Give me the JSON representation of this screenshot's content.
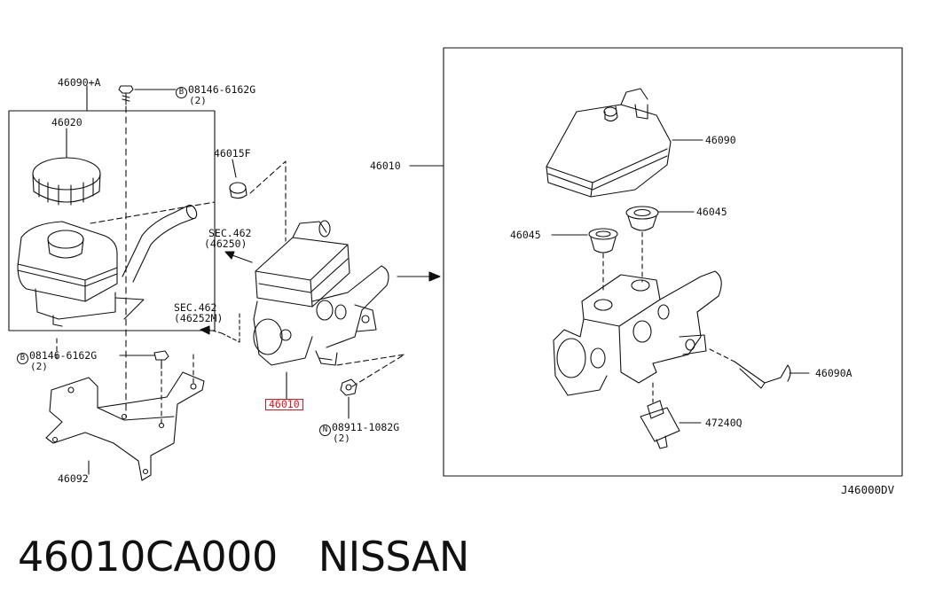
{
  "diagram_code": "J46000DV",
  "caption": {
    "part_number": "46010CA000",
    "brand": "NISSAN"
  },
  "labels": {
    "l_46090A_plus": "46090+A",
    "l_08146_top": "08146-6162G",
    "l_08146_top_qty": "(2)",
    "l_46020": "46020",
    "l_46015F": "46015F",
    "l_sec462_a": "SEC.462",
    "l_46250": "(46250)",
    "l_sec462_b": "SEC.462",
    "l_46252M": "(46252M)",
    "l_08146_left": "08146-6162G",
    "l_08146_left_qty": "(2)",
    "l_46010_highlight": "46010",
    "l_08911": "08911-1082G",
    "l_08911_qty": "(2)",
    "l_46092": "46092",
    "l_46010_main": "46010",
    "l_46090": "46090",
    "l_46045_a": "46045",
    "l_46045_b": "46045",
    "l_46090A": "46090A",
    "l_47240Q": "47240Q"
  },
  "prefix_marks": {
    "b": "B",
    "n": "N"
  },
  "colors": {
    "line": "#111111",
    "highlight": "#e8101a",
    "background": "#ffffff"
  }
}
